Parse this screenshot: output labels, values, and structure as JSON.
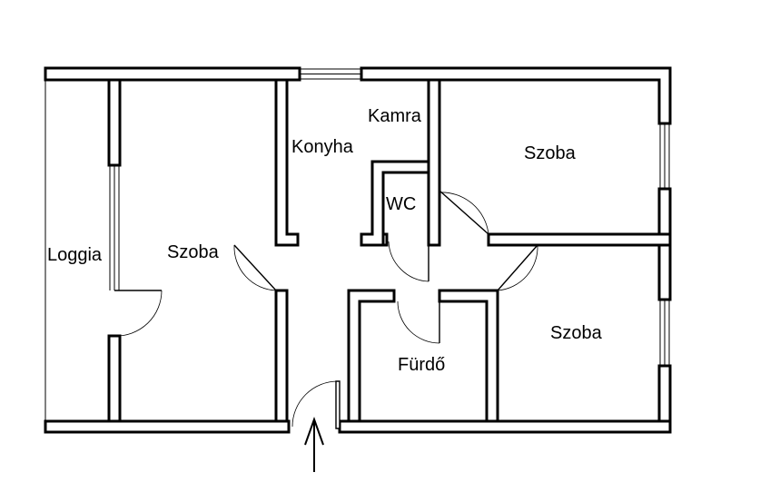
{
  "rooms": {
    "loggia": "Loggia",
    "szoba_left": "Szoba",
    "konyha": "Konyha",
    "kamra": "Kamra",
    "wc": "WC",
    "szoba_top_right": "Szoba",
    "szoba_bottom_right": "Szoba",
    "furdo": "Fürdő"
  },
  "colors": {
    "wall_stroke": "#000000",
    "wall_fill": "#ffffff",
    "background": "#ffffff"
  },
  "icons": {
    "entrance": "up-arrow-icon"
  }
}
